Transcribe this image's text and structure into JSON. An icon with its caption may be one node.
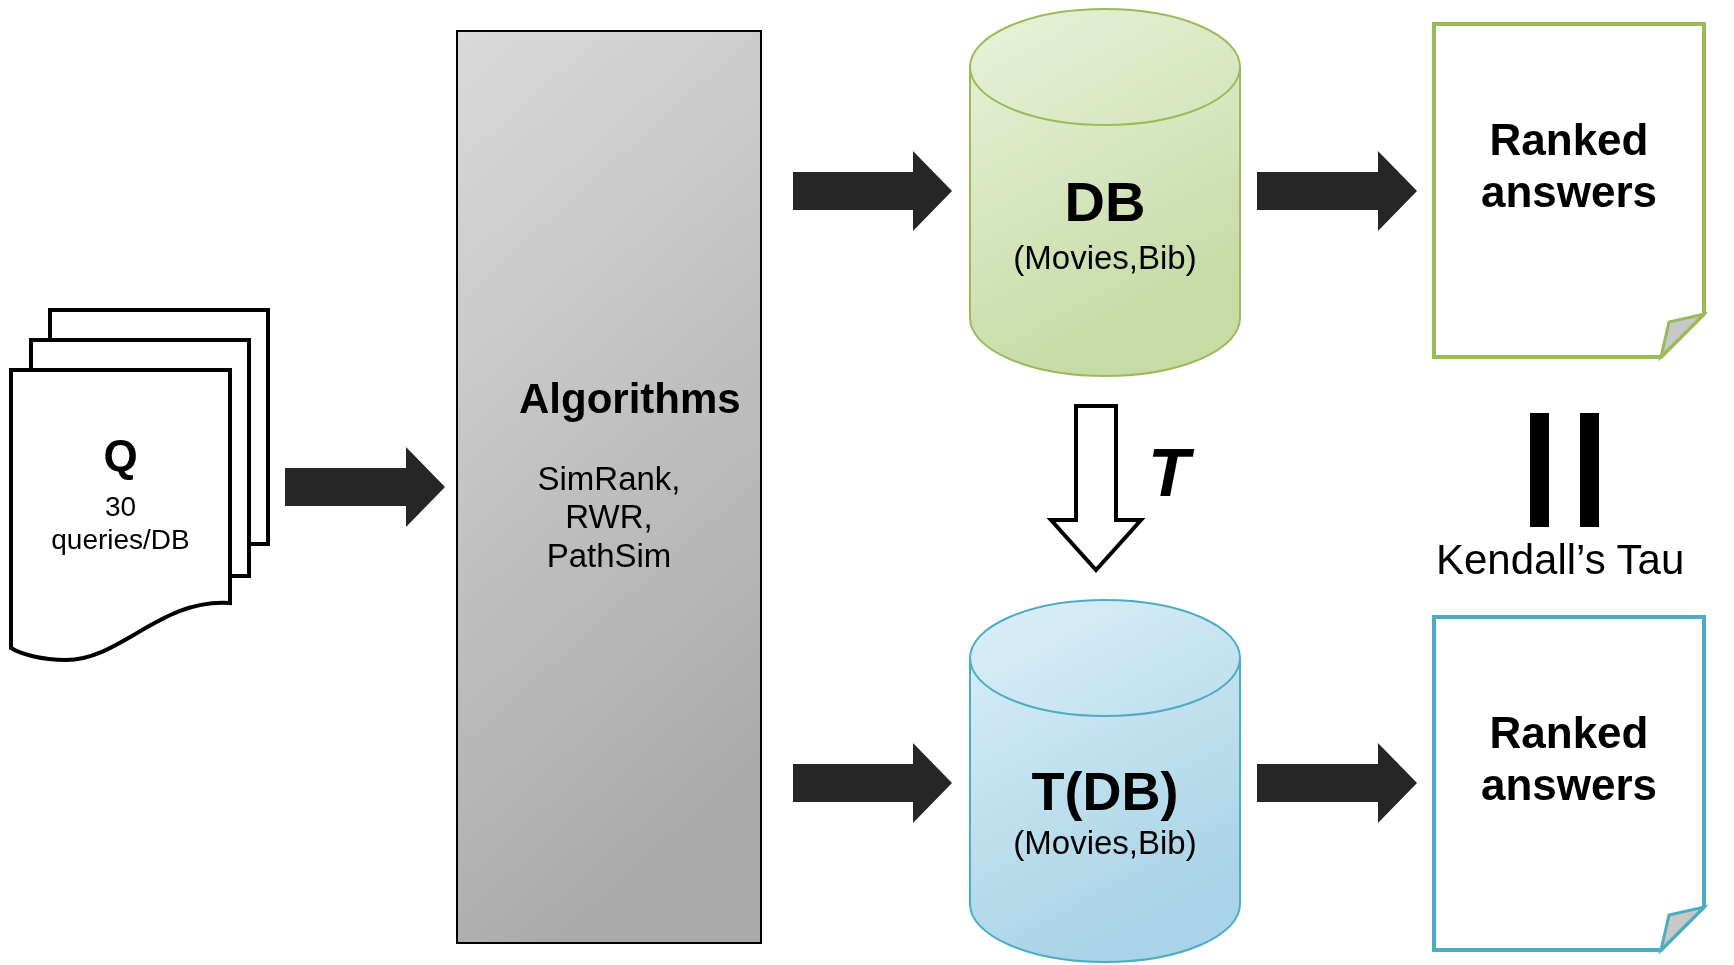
{
  "diagram": {
    "nodes": [
      {
        "text": [
          "Q",
          "30 queries/DB"
        ]
      },
      {
        "text": [
          "Algorithms",
          "SimRank, RWR, PathSim"
        ]
      },
      {
        "text": [
          "DB",
          "(Movies,Bib)"
        ]
      },
      {
        "text": [
          "Ranked answers"
        ]
      },
      {
        "text": [
          "T(DB)",
          "(Movies,Bib)"
        ]
      },
      {
        "text": [
          "Ranked answers"
        ]
      }
    ],
    "edges": [
      {
        "from": 0,
        "to": 1,
        "arrow": "to"
      },
      {
        "from": 1,
        "to": 2,
        "arrow": "to"
      },
      {
        "from": 1,
        "to": 4,
        "arrow": "to"
      },
      {
        "from": 2,
        "to": 3,
        "arrow": "to"
      },
      {
        "from": 4,
        "to": 5,
        "arrow": "to"
      },
      {
        "from": 2,
        "to": 4,
        "arrow": "to",
        "label": "T",
        "color": "#ffffff"
      }
    ],
    "labels": [
      "Kendall’s Tau"
    ]
  }
}
